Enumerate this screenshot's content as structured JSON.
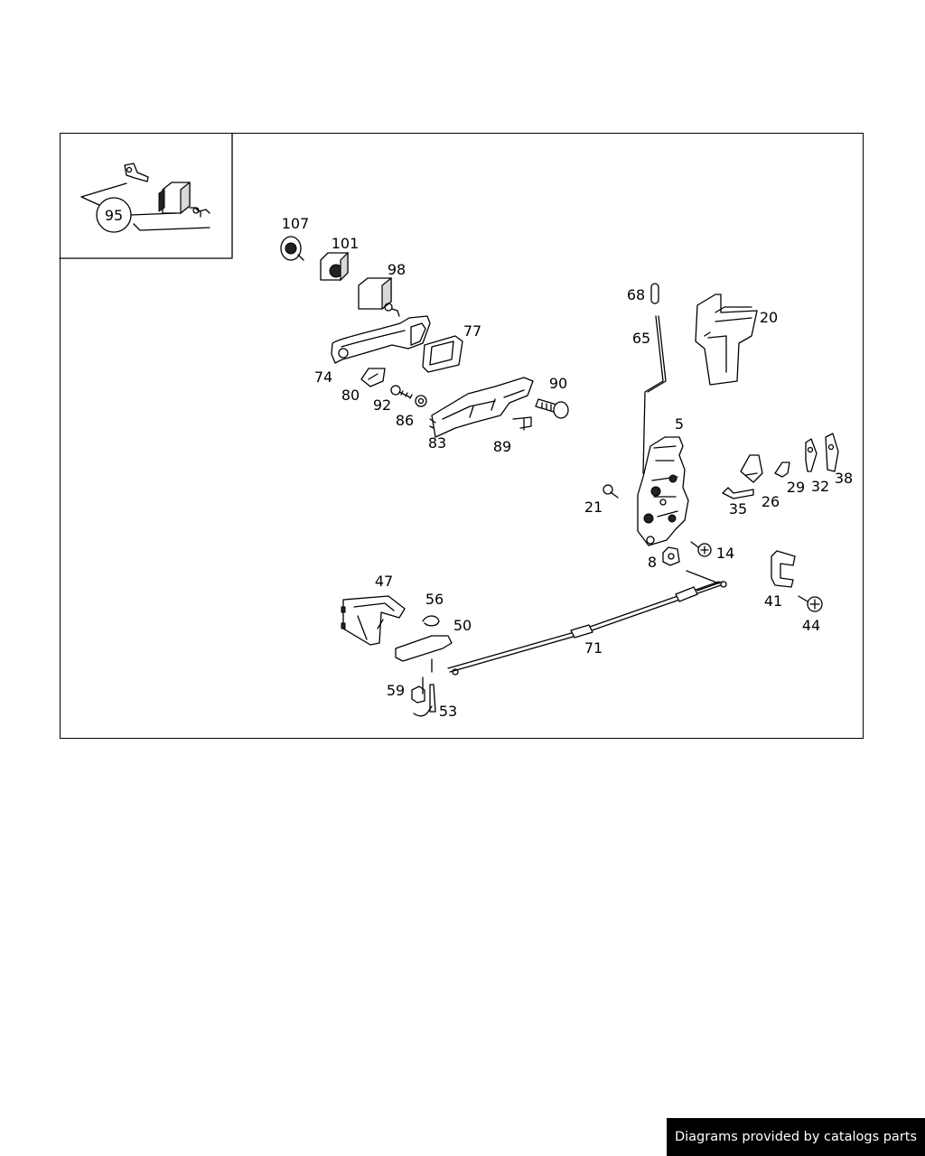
{
  "diagram": {
    "inset_label": "95",
    "labels": [
      "107",
      "101",
      "98",
      "77",
      "74",
      "80",
      "92",
      "86",
      "83",
      "89",
      "90",
      "68",
      "65",
      "20",
      "5",
      "21",
      "26",
      "29",
      "32",
      "38",
      "35",
      "8",
      "14",
      "41",
      "44",
      "47",
      "56",
      "50",
      "71",
      "59",
      "53"
    ]
  },
  "footer": {
    "credit": "Diagrams provided by catalogs parts"
  }
}
